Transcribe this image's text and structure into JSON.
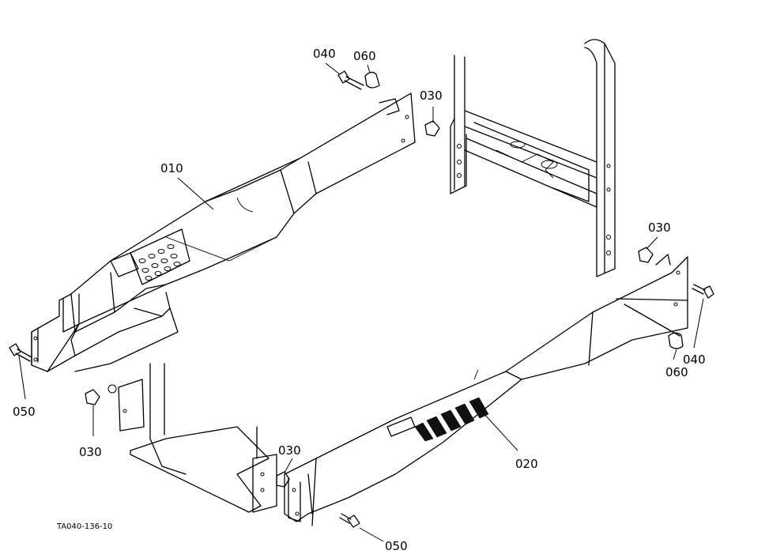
{
  "diagram": {
    "reference_code": "TA040-136-10",
    "callouts": [
      {
        "id": "c010",
        "text": "010"
      },
      {
        "id": "c020",
        "text": "020"
      },
      {
        "id": "c030a",
        "text": "030"
      },
      {
        "id": "c030b",
        "text": "030"
      },
      {
        "id": "c030c",
        "text": "030"
      },
      {
        "id": "c030d",
        "text": "030"
      },
      {
        "id": "c040a",
        "text": "040"
      },
      {
        "id": "c040b",
        "text": "040"
      },
      {
        "id": "c050a",
        "text": "050"
      },
      {
        "id": "c050b",
        "text": "050"
      },
      {
        "id": "c060a",
        "text": "060"
      },
      {
        "id": "c060b",
        "text": "060"
      }
    ]
  }
}
